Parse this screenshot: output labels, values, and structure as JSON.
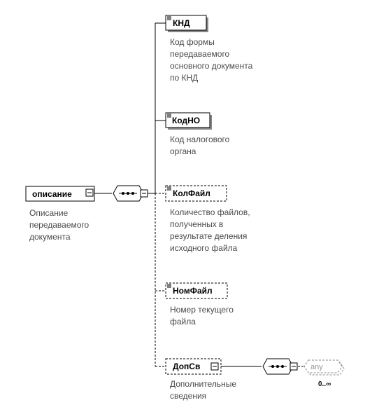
{
  "root": {
    "name": "описание",
    "description": [
      "Описание",
      "передаваемого",
      "документа"
    ]
  },
  "elements": [
    {
      "name": "КНД",
      "optional": false,
      "description": [
        "Код формы",
        "передаваемого",
        "основного документа",
        "по КНД"
      ]
    },
    {
      "name": "КодНО",
      "optional": false,
      "description": [
        "Код налогового",
        "органа"
      ]
    },
    {
      "name": "КолФайл",
      "optional": true,
      "description": [
        "Количество файлов,",
        "полученных в",
        "результате деления",
        "исходного файла"
      ]
    },
    {
      "name": "НомФайл",
      "optional": true,
      "description": [
        "Номер текущего",
        "файла"
      ]
    },
    {
      "name": "ДопСв",
      "optional": true,
      "description": [
        "Дополнительные",
        "сведения"
      ]
    }
  ],
  "any_element": {
    "label": "any",
    "occurrence": "0..∞"
  }
}
